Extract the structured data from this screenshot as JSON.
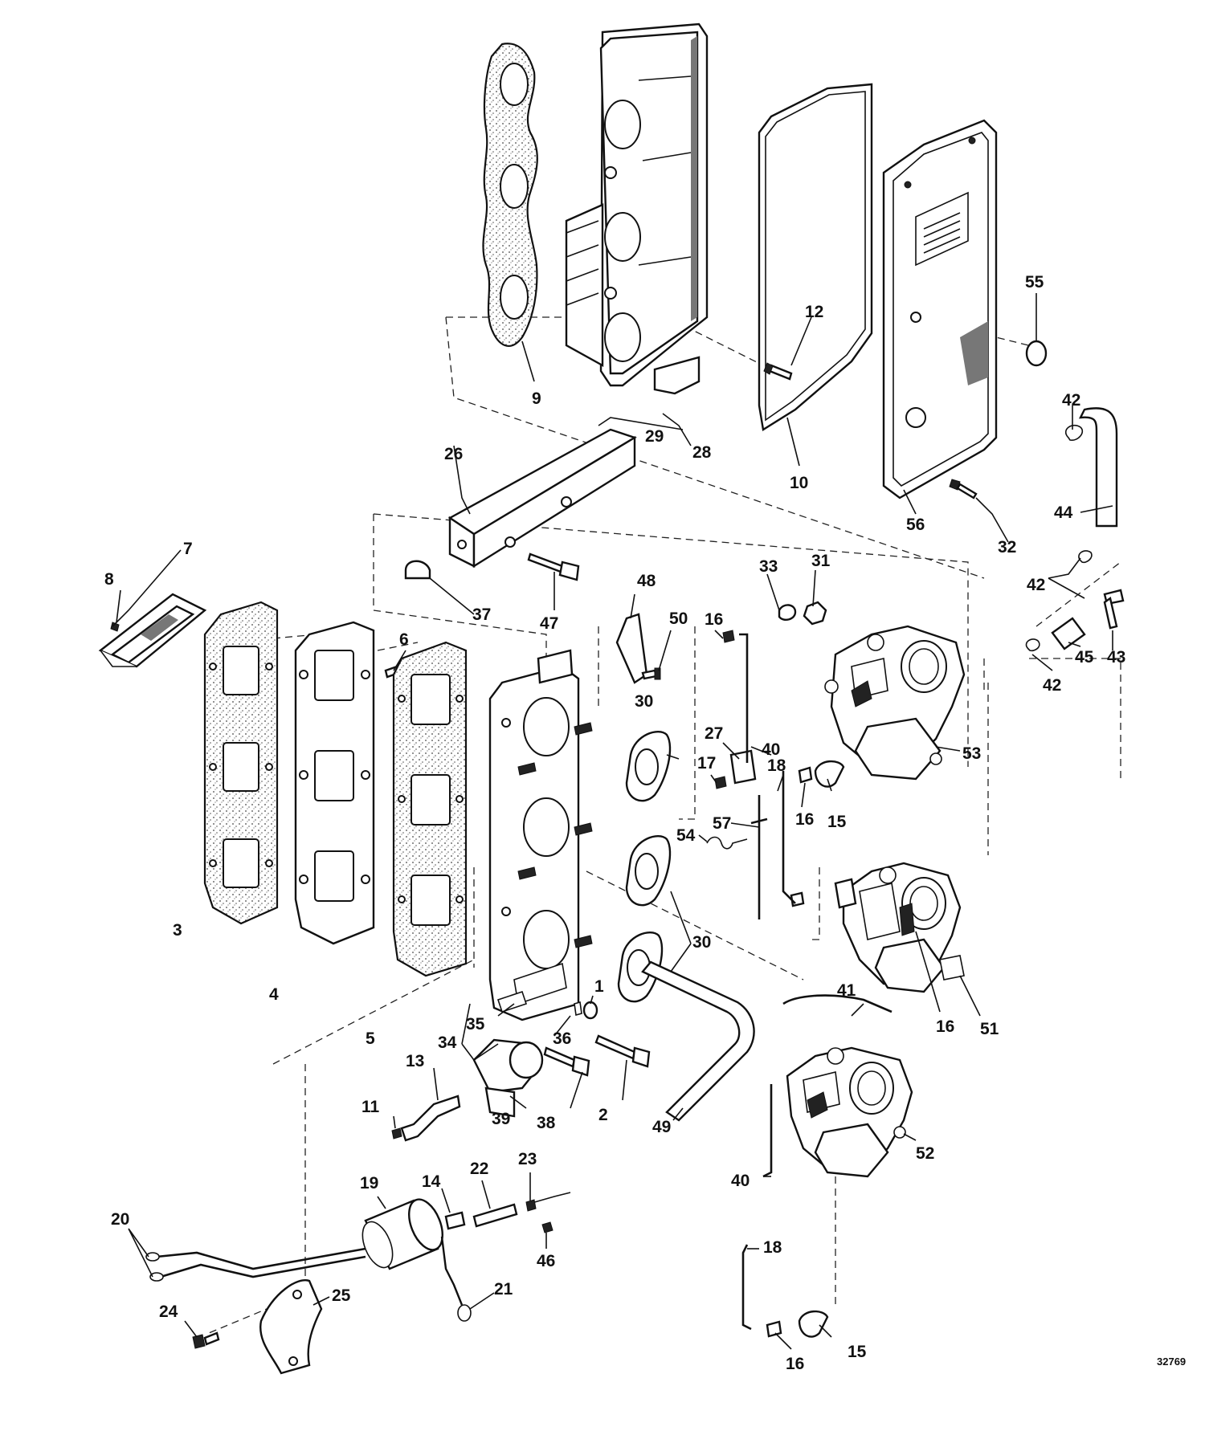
{
  "diagram": {
    "reference_number": "32769",
    "callouts": [
      {
        "id": "c1",
        "label": "1"
      },
      {
        "id": "c2",
        "label": "2"
      },
      {
        "id": "c3",
        "label": "3"
      },
      {
        "id": "c4",
        "label": "4"
      },
      {
        "id": "c5",
        "label": "5"
      },
      {
        "id": "c6",
        "label": "6"
      },
      {
        "id": "c7",
        "label": "7"
      },
      {
        "id": "c8",
        "label": "8"
      },
      {
        "id": "c9",
        "label": "9"
      },
      {
        "id": "c10",
        "label": "10"
      },
      {
        "id": "c11",
        "label": "11"
      },
      {
        "id": "c12",
        "label": "12"
      },
      {
        "id": "c13",
        "label": "13"
      },
      {
        "id": "c14",
        "label": "14"
      },
      {
        "id": "c15a",
        "label": "15"
      },
      {
        "id": "c15b",
        "label": "15"
      },
      {
        "id": "c16a",
        "label": "16"
      },
      {
        "id": "c16b",
        "label": "16"
      },
      {
        "id": "c16c",
        "label": "16"
      },
      {
        "id": "c16d",
        "label": "16"
      },
      {
        "id": "c17",
        "label": "17"
      },
      {
        "id": "c18a",
        "label": "18"
      },
      {
        "id": "c18b",
        "label": "18"
      },
      {
        "id": "c19",
        "label": "19"
      },
      {
        "id": "c20",
        "label": "20"
      },
      {
        "id": "c21",
        "label": "21"
      },
      {
        "id": "c22",
        "label": "22"
      },
      {
        "id": "c23",
        "label": "23"
      },
      {
        "id": "c24",
        "label": "24"
      },
      {
        "id": "c25",
        "label": "25"
      },
      {
        "id": "c26",
        "label": "26"
      },
      {
        "id": "c27",
        "label": "27"
      },
      {
        "id": "c28",
        "label": "28"
      },
      {
        "id": "c29",
        "label": "29"
      },
      {
        "id": "c30a",
        "label": "30"
      },
      {
        "id": "c30b",
        "label": "30"
      },
      {
        "id": "c31",
        "label": "31"
      },
      {
        "id": "c32",
        "label": "32"
      },
      {
        "id": "c33",
        "label": "33"
      },
      {
        "id": "c34",
        "label": "34"
      },
      {
        "id": "c35",
        "label": "35"
      },
      {
        "id": "c36",
        "label": "36"
      },
      {
        "id": "c37",
        "label": "37"
      },
      {
        "id": "c38",
        "label": "38"
      },
      {
        "id": "c39",
        "label": "39"
      },
      {
        "id": "c40a",
        "label": "40"
      },
      {
        "id": "c40b",
        "label": "40"
      },
      {
        "id": "c41",
        "label": "41"
      },
      {
        "id": "c42a",
        "label": "42"
      },
      {
        "id": "c42b",
        "label": "42"
      },
      {
        "id": "c42c",
        "label": "42"
      },
      {
        "id": "c43",
        "label": "43"
      },
      {
        "id": "c44",
        "label": "44"
      },
      {
        "id": "c45",
        "label": "45"
      },
      {
        "id": "c46",
        "label": "46"
      },
      {
        "id": "c47",
        "label": "47"
      },
      {
        "id": "c48",
        "label": "48"
      },
      {
        "id": "c49",
        "label": "49"
      },
      {
        "id": "c50",
        "label": "50"
      },
      {
        "id": "c51",
        "label": "51"
      },
      {
        "id": "c52",
        "label": "52"
      },
      {
        "id": "c53",
        "label": "53"
      },
      {
        "id": "c54",
        "label": "54"
      },
      {
        "id": "c55",
        "label": "55"
      },
      {
        "id": "c56",
        "label": "56"
      },
      {
        "id": "c57",
        "label": "57"
      }
    ]
  }
}
